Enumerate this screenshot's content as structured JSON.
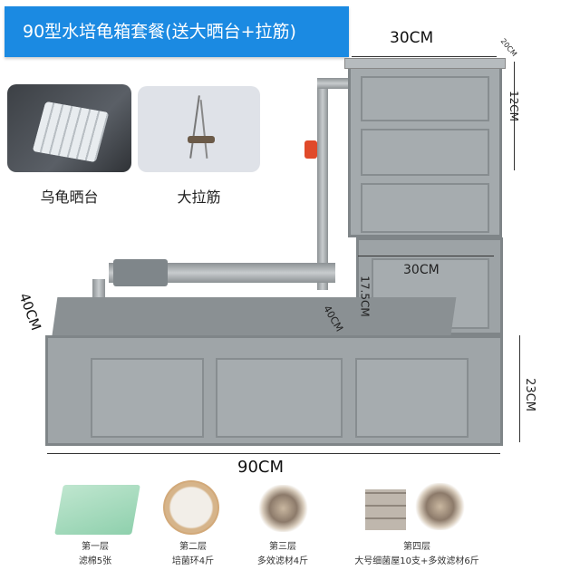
{
  "banner": {
    "title": "90型水培龟箱套餐(送大晒台+拉筋)",
    "color": "#1b8ae2"
  },
  "accessories": [
    {
      "label": "乌龟晒台",
      "icon": "basking-platform-photo"
    },
    {
      "label": "大拉筋",
      "icon": "bracing-rod-photo"
    }
  ],
  "dimensions": {
    "top_width": "30CM",
    "top_depth": "20CM",
    "top_height": "12CM",
    "mid_width": "30CM",
    "mid_height": "17.5CM",
    "mid_depth": "40CM",
    "base_depth": "40CM",
    "base_height": "23CM",
    "base_width": "90CM"
  },
  "filter_layers": [
    {
      "layer": "第一层",
      "content": "滤棉5张",
      "icon": "filter-sponge-photo"
    },
    {
      "layer": "第二层",
      "content": "培菌环4斤",
      "icon": "ceramic-rings-photo"
    },
    {
      "layer": "第三层",
      "content": "多效滤材4斤",
      "icon": "filter-media-photo"
    },
    {
      "layer": "第四层",
      "content": "大号细菌屋10支+多效滤材6斤",
      "icon": "bacteria-house-photo"
    }
  ]
}
